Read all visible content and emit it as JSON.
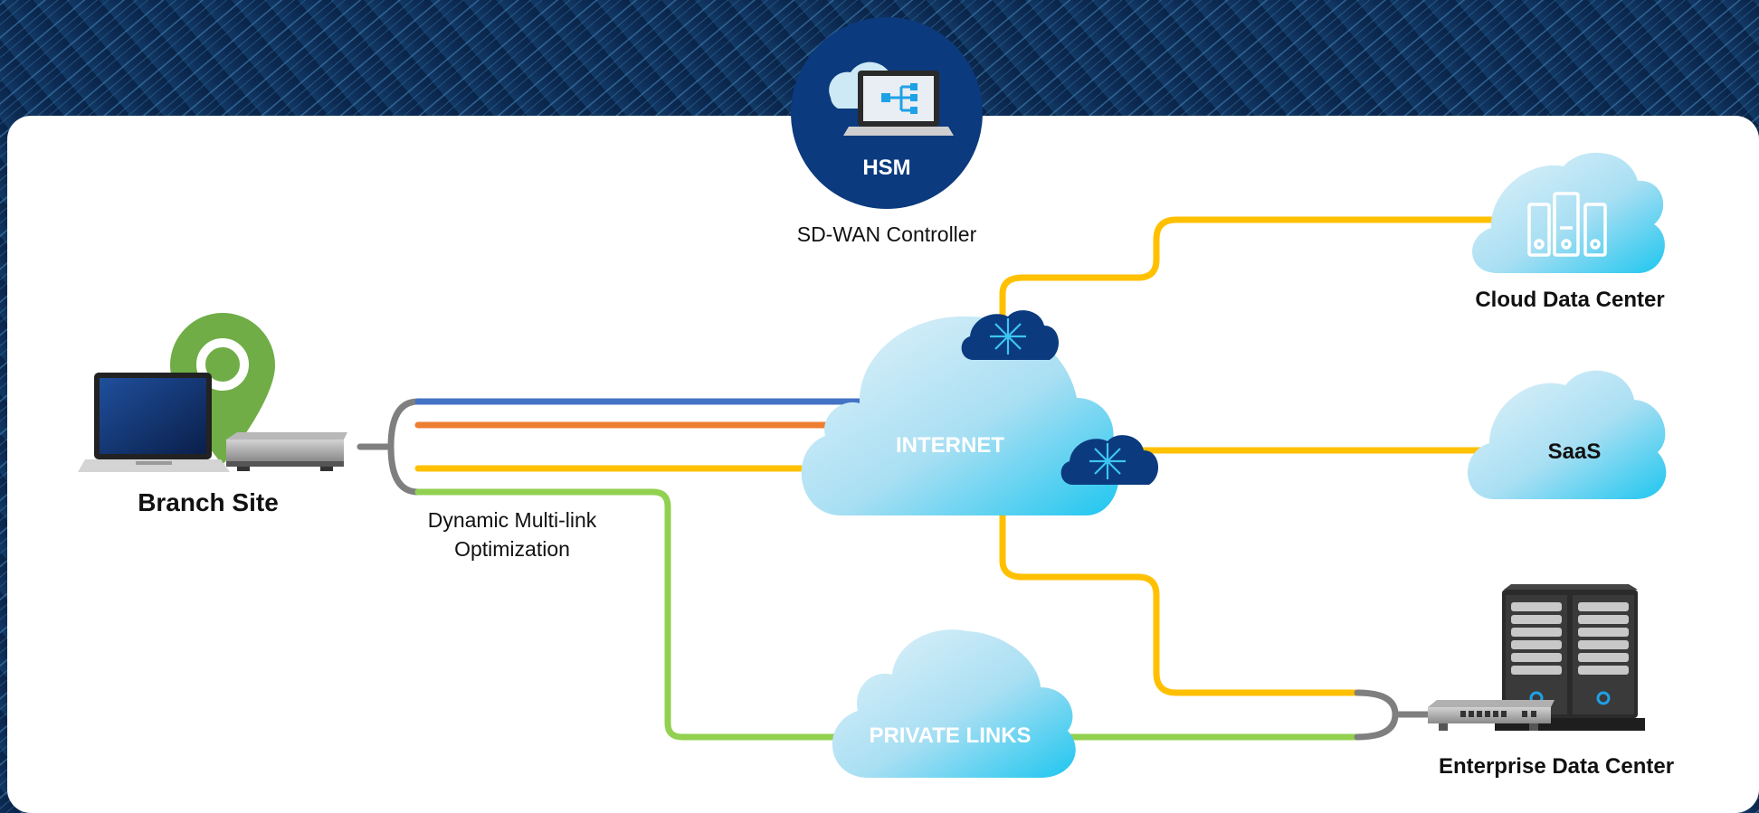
{
  "controller": {
    "badge": "HSM",
    "caption": "SD-WAN Controller"
  },
  "branch": {
    "label": "Branch Site"
  },
  "optimization": {
    "line1": "Dynamic Multi-link",
    "line2": "Optimization"
  },
  "internet": {
    "label": "INTERNET"
  },
  "private_links": {
    "label": "PRIVATE LINKS"
  },
  "cloud_dc": {
    "label": "Cloud Data Center"
  },
  "saas": {
    "label": "SaaS"
  },
  "enterprise_dc": {
    "label": "Enterprise Data Center"
  },
  "colors": {
    "navy": "#0b3a7e",
    "link_blue": "#4472c4",
    "link_orange": "#ed7d31",
    "link_yellow": "#ffc000",
    "link_green": "#92d050",
    "link_gray": "#7f7f7f",
    "cloud_light": "#cde9f5",
    "cloud_cyan": "#1fc8ee",
    "pin_green": "#70ad47"
  },
  "icons": [
    "location-pin-icon",
    "laptop-icon",
    "router-icon",
    "cloud-icon",
    "server-icon",
    "network-switch-icon",
    "edge-node-icon"
  ]
}
